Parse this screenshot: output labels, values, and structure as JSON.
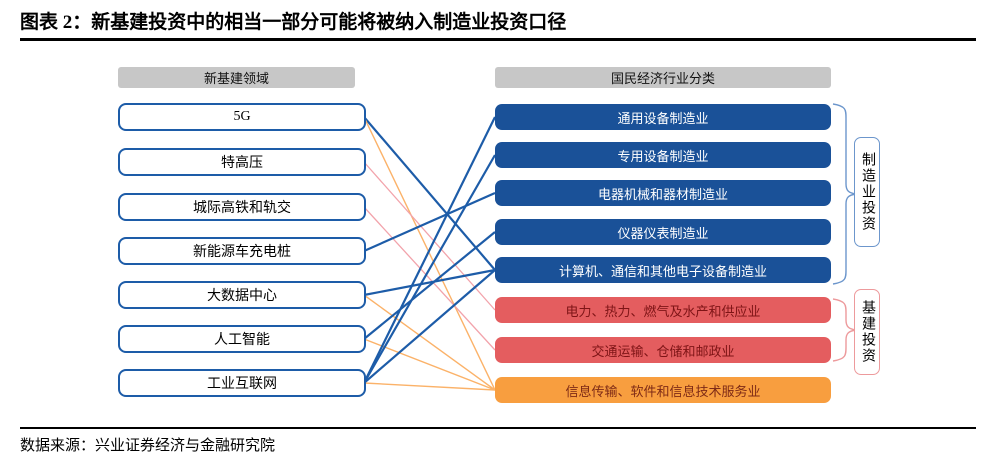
{
  "title": "图表 2：新基建投资中的相当一部分可能将被纳入制造业投资口径",
  "source": "数据来源：兴业证券经济与金融研究院",
  "left_panel": {
    "header": "新基建领域",
    "items": [
      "5G",
      "特高压",
      "城际高铁和轨交",
      "新能源车充电桩",
      "大数据中心",
      "人工智能",
      "工业互联网"
    ]
  },
  "right_panel": {
    "header": "国民经济行业分类",
    "items": [
      {
        "label": "通用设备制造业",
        "category": "manufacturing"
      },
      {
        "label": "专用设备制造业",
        "category": "manufacturing"
      },
      {
        "label": "电器机械和器材制造业",
        "category": "manufacturing"
      },
      {
        "label": "仪器仪表制造业",
        "category": "manufacturing"
      },
      {
        "label": "计算机、通信和其他电子设备制造业",
        "category": "manufacturing"
      },
      {
        "label": "电力、热力、燃气及水产和供应业",
        "category": "infrastructure"
      },
      {
        "label": "交通运输、仓储和邮政业",
        "category": "infrastructure"
      },
      {
        "label": "信息传输、软件和信息技术服务业",
        "category": "it-services"
      }
    ]
  },
  "groups": [
    {
      "label": "制造业投资",
      "covers": [
        "通用设备制造业",
        "专用设备制造业",
        "电器机械和器材制造业",
        "仪器仪表制造业",
        "计算机、通信和其他电子设备制造业"
      ],
      "color_key": "brace_blue"
    },
    {
      "label": "基建投资",
      "covers": [
        "电力、热力、燃气及水产和供应业",
        "交通运输、仓储和邮政业"
      ],
      "color_key": "brace_red"
    }
  ],
  "connections": [
    {
      "from": "5G",
      "to": "计算机、通信和其他电子设备制造业",
      "style": "blue"
    },
    {
      "from": "5G",
      "to": "信息传输、软件和信息技术服务业",
      "style": "orange"
    },
    {
      "from": "特高压",
      "to": "电力、热力、燃气及水产和供应业",
      "style": "pink"
    },
    {
      "from": "城际高铁和轨交",
      "to": "交通运输、仓储和邮政业",
      "style": "pink"
    },
    {
      "from": "新能源车充电桩",
      "to": "电器机械和器材制造业",
      "style": "blue"
    },
    {
      "from": "大数据中心",
      "to": "计算机、通信和其他电子设备制造业",
      "style": "blue"
    },
    {
      "from": "大数据中心",
      "to": "信息传输、软件和信息技术服务业",
      "style": "orange"
    },
    {
      "from": "人工智能",
      "to": "仪器仪表制造业",
      "style": "blue"
    },
    {
      "from": "人工智能",
      "to": "信息传输、软件和信息技术服务业",
      "style": "orange"
    },
    {
      "from": "工业互联网",
      "to": "通用设备制造业",
      "style": "blue"
    },
    {
      "from": "工业互联网",
      "to": "专用设备制造业",
      "style": "blue"
    },
    {
      "from": "工业互联网",
      "to": "计算机、通信和其他电子设备制造业",
      "style": "blue"
    },
    {
      "from": "工业互联网",
      "to": "信息传输、软件和信息技术服务业",
      "style": "orange"
    }
  ],
  "colors": {
    "header_fill": "#C7C7C7",
    "left_box_border": "#1D5CA8",
    "manufacturing_fill": "#1A5198",
    "manufacturing_text": "#FFFFFF",
    "infrastructure_fill": "#E45D5F",
    "infrastructure_text": "#7E1416",
    "it_fill": "#F89E3F",
    "it_text": "#7E2A16",
    "line_blue": "#1D5CA8",
    "line_orange": "#FBB269",
    "line_pink": "#F2A3AB",
    "brace_blue": "#6C96CC",
    "brace_red": "#ED9A9C"
  }
}
